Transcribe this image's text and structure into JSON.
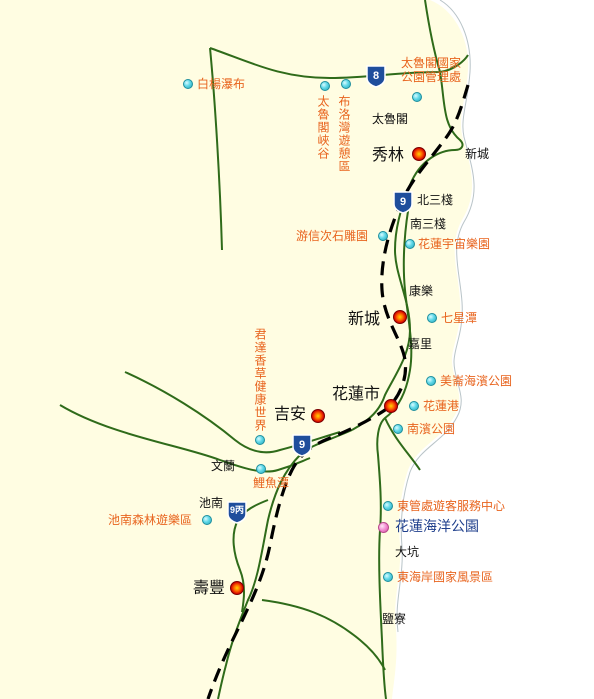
{
  "places": {
    "baiyang": "白楊瀑布",
    "taroko_gorge": "太魯閣峽谷",
    "buluowan": "布洛灣遊憩區",
    "taroko_hq": "太魯閣國家公園管理處",
    "taroko": "太魯閣",
    "xiulin": "秀林",
    "xincheng_ne": "新城",
    "beisanzhan": "北三棧",
    "nansanzhan": "南三棧",
    "youxin": "游信次石雕園",
    "universe_park": "花蓮宇宙樂園",
    "kangle": "康樂",
    "xincheng": "新城",
    "qixingtan": "七星潭",
    "jiali": "嘉里",
    "meilun_park": "美崙海濱公園",
    "hualien_port": "花蓮港",
    "hualien_city": "花蓮市",
    "jian": "吉安",
    "junda": "君達香草健康世界",
    "nanbin_park": "南濱公園",
    "wenlan": "文蘭",
    "liyutan": "鯉魚潭",
    "chinan": "池南",
    "chinan_forest": "池南森林遊樂區",
    "visitor_center": "東管處遊客服務中心",
    "ocean_park": "花蓮海洋公園",
    "dakeng": "大坑",
    "east_coast": "東海岸國家風景區",
    "shoufeng": "壽豐",
    "yanliao": "鹽寮"
  },
  "routes": {
    "r8": "8",
    "r9": "9",
    "r9c": "9丙"
  },
  "colors": {
    "land": "#fffde2",
    "road": "#2f6b1a",
    "rail": "#000000",
    "label_orange": "#e8641e",
    "label_blue": "#1f3f8c",
    "shield": "#1f4e9c"
  }
}
